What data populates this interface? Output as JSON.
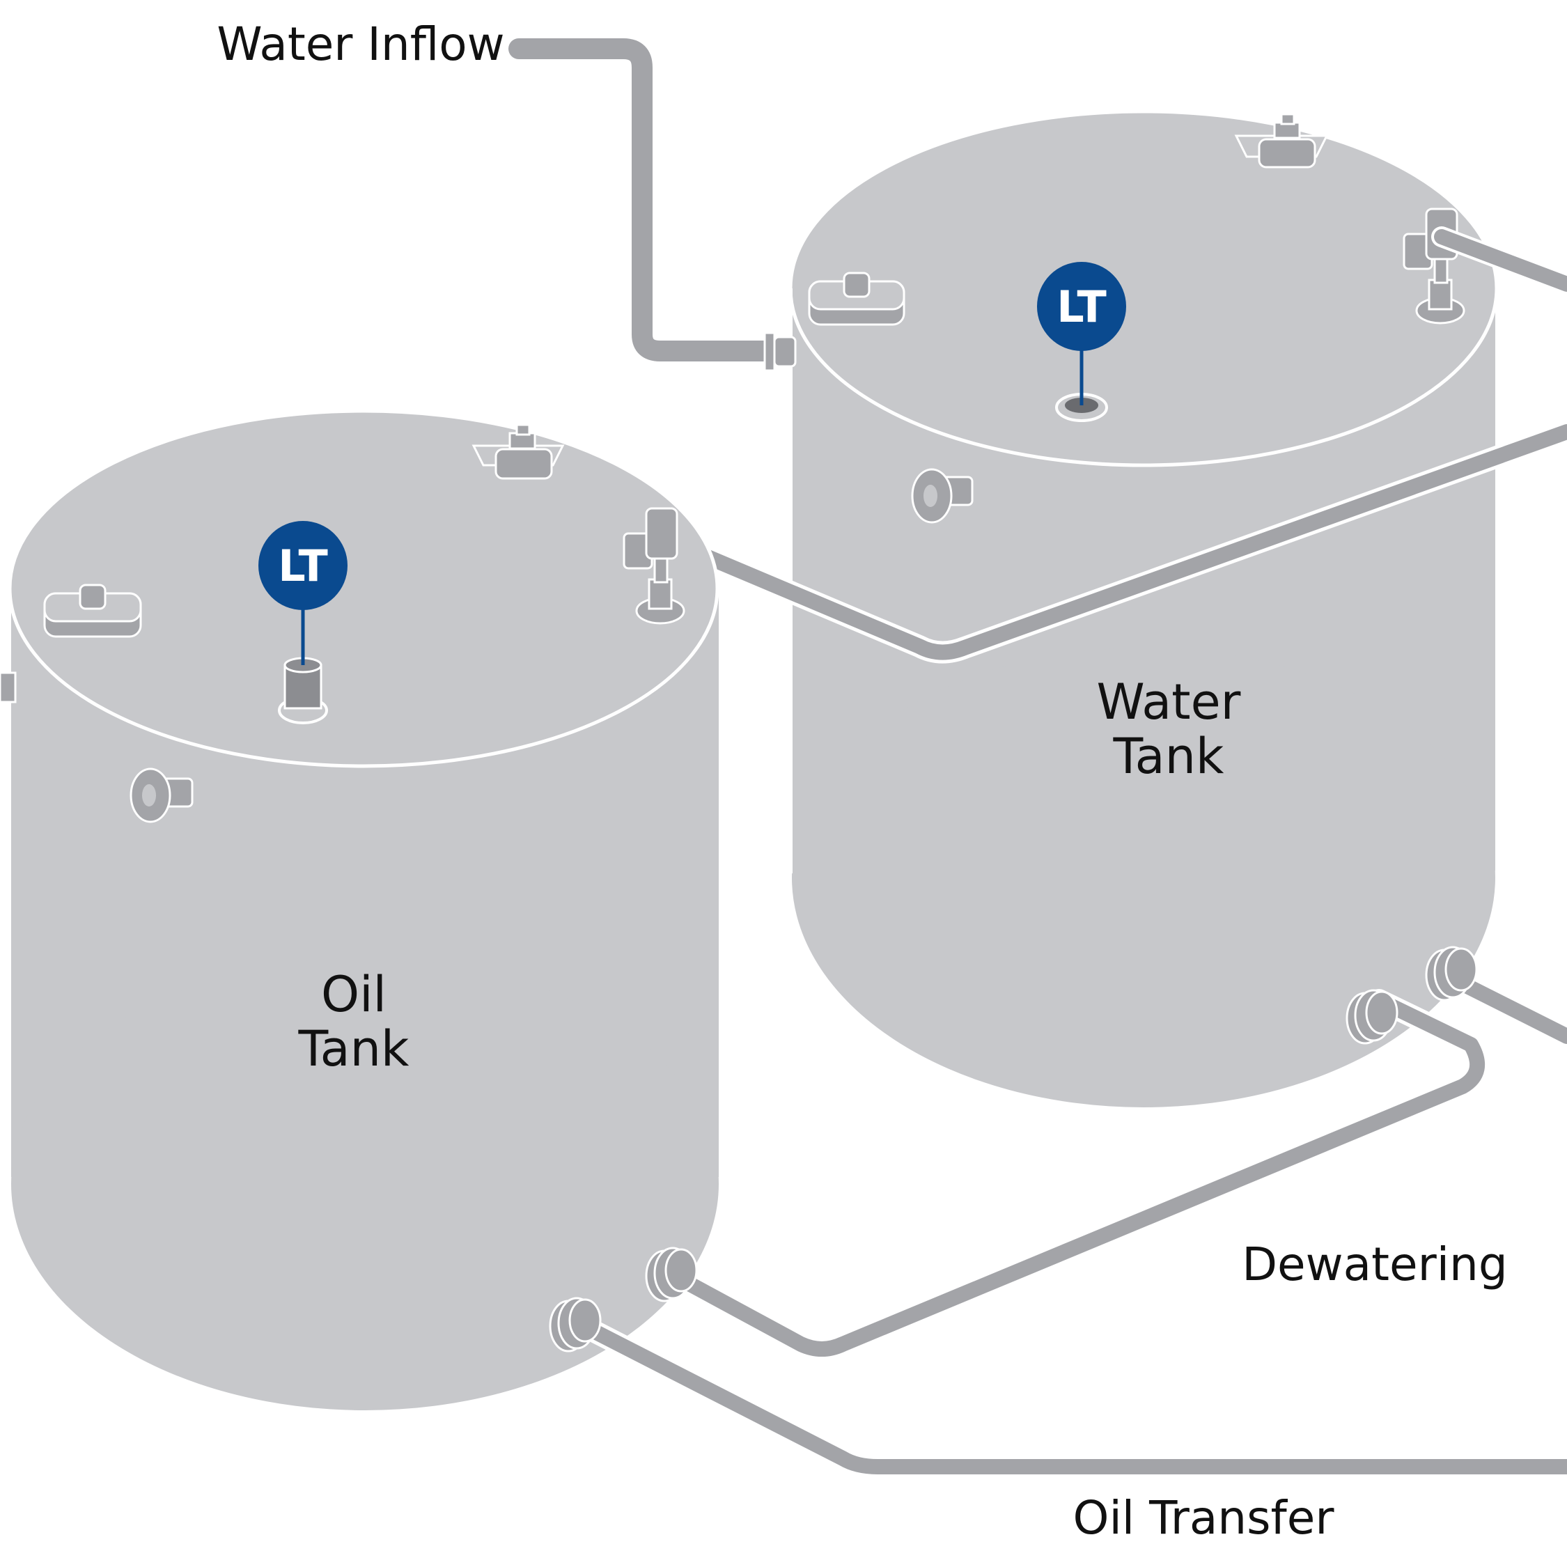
{
  "diagram": {
    "labels": {
      "water_inflow": "Water Inflow",
      "water_tank_line1": "Water",
      "water_tank_line2": "Tank",
      "oil_tank_line1": "Oil",
      "oil_tank_line2": "Tank",
      "dewatering": "Dewatering",
      "oil_transfer": "Oil Transfer"
    },
    "instruments": {
      "water_tank_transmitter": "LT",
      "oil_tank_transmitter": "LT"
    },
    "colors": {
      "tank_fill": "#c7c8cb",
      "pipe": "#a3a4a8",
      "instrument_badge": "#0a4a8f",
      "outline": "#ffffff",
      "text": "#111111"
    }
  }
}
